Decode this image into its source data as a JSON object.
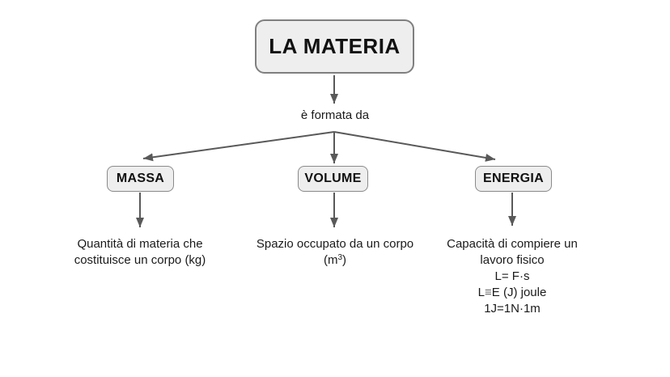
{
  "diagram": {
    "title": "LA MATERIA concept map",
    "colors": {
      "background": "#ffffff",
      "node_fill": "#eeeeee",
      "node_border": "#8a8a8a",
      "arrow": "#595959",
      "text": "#1a1a1a"
    },
    "root": {
      "label": "LA MATERIA"
    },
    "branch_label": "è formata da",
    "branches": {
      "massa": {
        "label": "MASSA",
        "desc_line1": "Quantità di materia che",
        "desc_line2": "costituisce un corpo (kg)"
      },
      "volume": {
        "label": "VOLUME",
        "desc_line1": "Spazio occupato da un corpo",
        "desc_line2_pre": "(m",
        "desc_line2_sup": "3",
        "desc_line2_post": ")"
      },
      "energia": {
        "label": "ENERGIA",
        "desc_line1": "Capacità di compiere un",
        "desc_line2": "lavoro fisico",
        "desc_line3": "L= F·s",
        "desc_line4_pre": "L",
        "desc_line4_symbol": "≡",
        "desc_line4_post": "E (J) joule",
        "desc_line5": "1J=1N·1m"
      }
    }
  }
}
